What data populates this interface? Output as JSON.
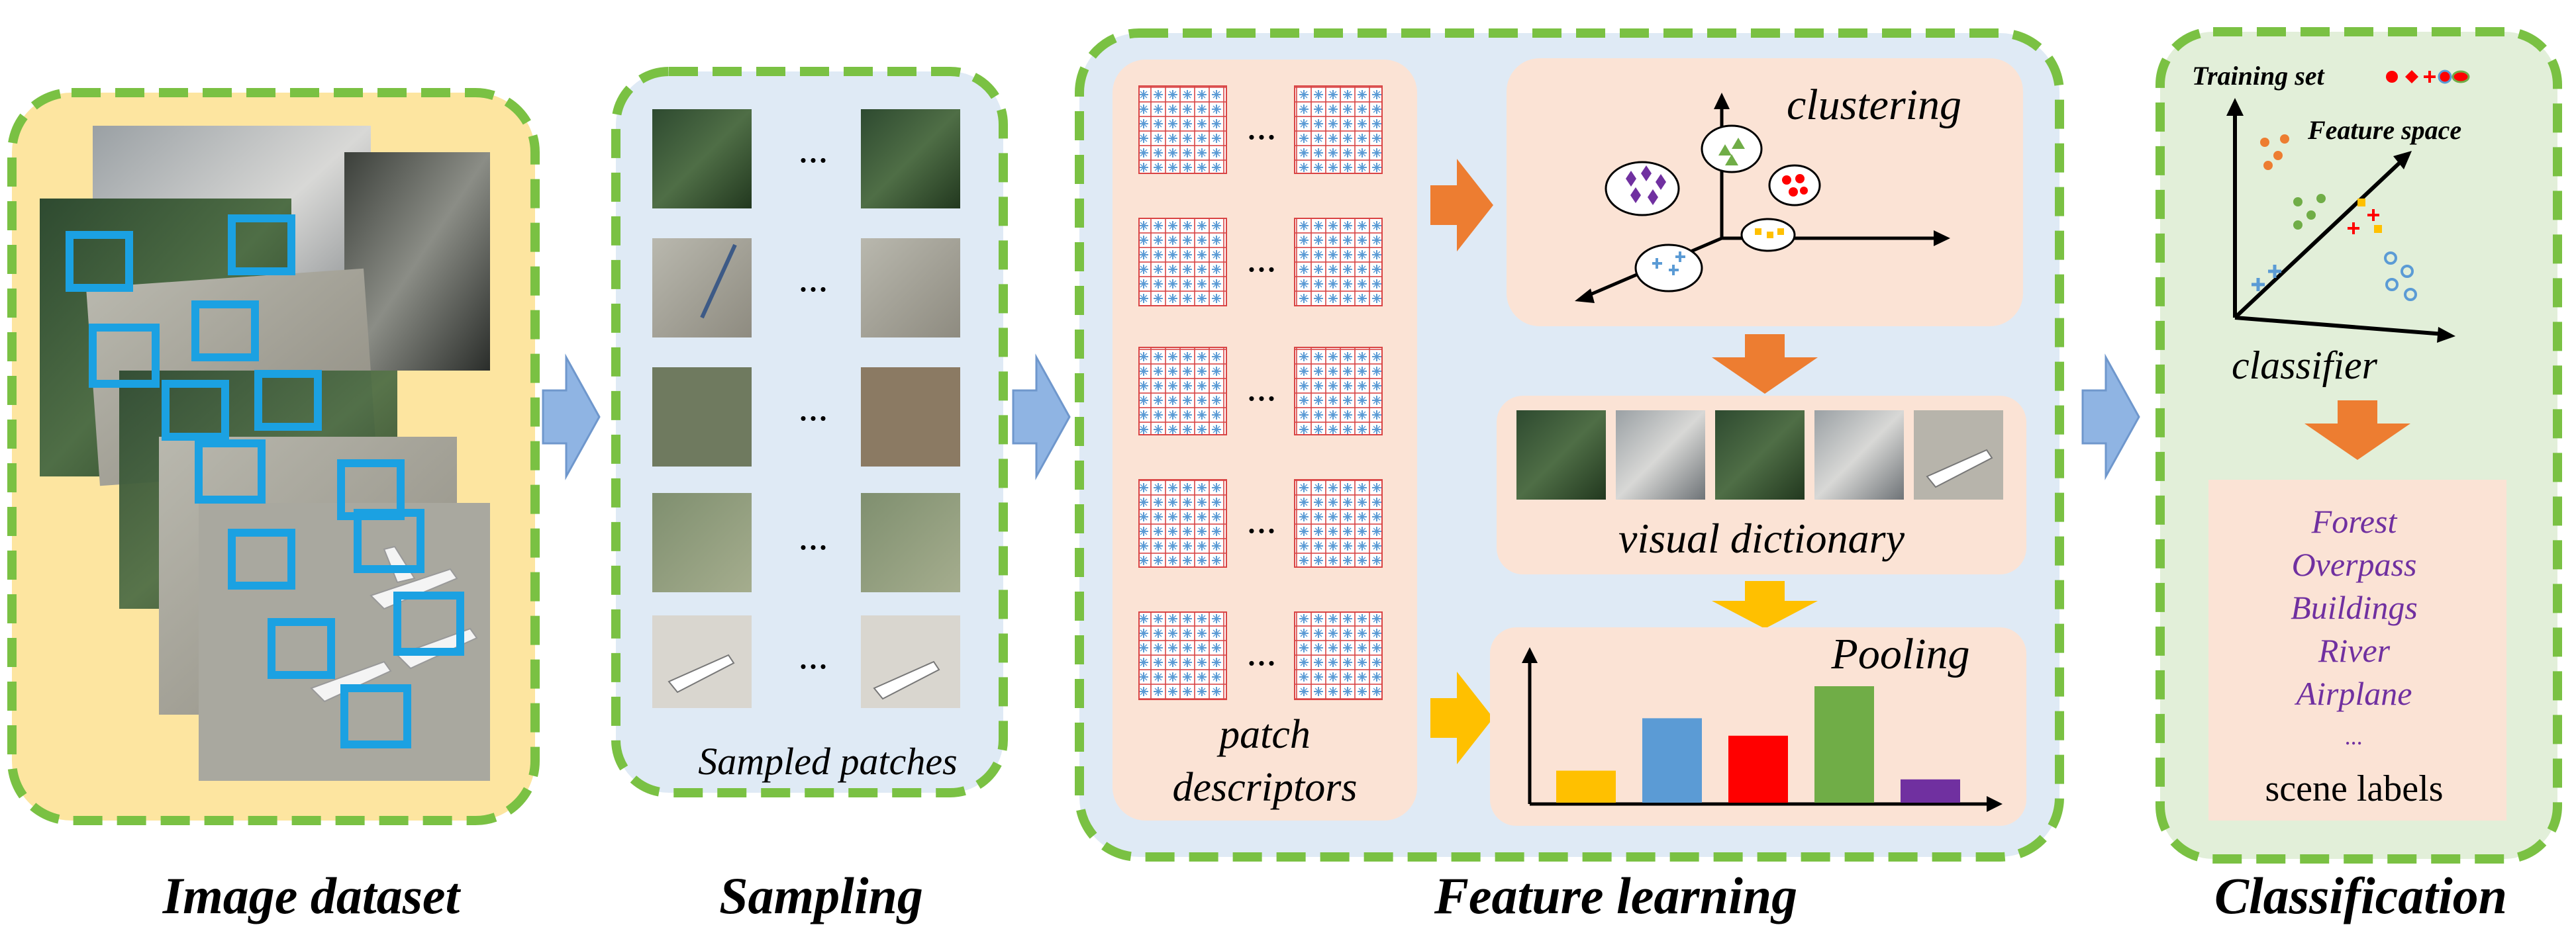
{
  "stages": {
    "image_dataset": {
      "caption": "Image dataset"
    },
    "sampling": {
      "caption": "Sampling",
      "inner_label": "Sampled patches",
      "ellipsis": "..."
    },
    "feature_learning": {
      "caption": "Feature learning",
      "descriptors_label_line1": "patch",
      "descriptors_label_line2": "descriptors",
      "ellipsis": "...",
      "clustering_label": "clustering",
      "dictionary_label": "visual dictionary",
      "pooling_label": "Pooling",
      "histogram": {
        "values": [
          0.22,
          0.58,
          0.46,
          0.8,
          0.16
        ],
        "colors": [
          "#ffc000",
          "#5b9bd5",
          "#ff0000",
          "#70ad47",
          "#7030a0"
        ]
      }
    },
    "classification": {
      "caption": "Classification",
      "training_set_label": "Training set",
      "feature_space_label": "Feature space",
      "classifier_label": "classifier",
      "scene_labels": [
        "Forest",
        "Overpass",
        "Buildings",
        "River",
        "Airplane"
      ],
      "scene_labels_ellipsis": "...",
      "scene_labels_title": "scene labels"
    }
  },
  "colors": {
    "dash_border": "#7ac143",
    "dataset_bg": "#fde5a0",
    "panel_blue_bg": "#dfeaf5",
    "inner_peach_bg": "#fbe3d5",
    "classification_bg": "#e2efd9",
    "arrow_blue": "#8fb4e3",
    "arrow_orange": "#ed7d31",
    "arrow_yellow": "#ffc000",
    "patch_box_blue": "#1ba1e2",
    "label_purple": "#7030a0"
  }
}
